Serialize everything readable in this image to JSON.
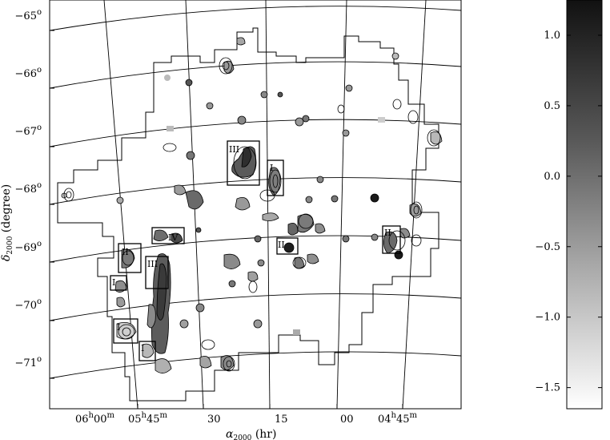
{
  "map": {
    "y_axis_title": "δ",
    "y_axis_sub": "2000",
    "y_axis_unit": " (degree)",
    "x_axis_title": "α",
    "x_axis_sub": "2000",
    "x_axis_unit": " (hr)",
    "dec_ticks": [
      {
        "label": "−65",
        "sup": "o"
      },
      {
        "label": "−66",
        "sup": "o"
      },
      {
        "label": "−67",
        "sup": "o"
      },
      {
        "label": "−68",
        "sup": "o"
      },
      {
        "label": "−69",
        "sup": "o"
      },
      {
        "label": "−70",
        "sup": "o"
      },
      {
        "label": "−71",
        "sup": "o"
      }
    ],
    "ra_ticks": [
      {
        "main": "06",
        "h": "h",
        "mid": "00",
        "m": "m"
      },
      {
        "main": "05",
        "h": "h",
        "mid": "45",
        "m": "m"
      },
      {
        "main": "30",
        "h": "",
        "mid": "",
        "m": ""
      },
      {
        "main": "15",
        "h": "",
        "mid": "",
        "m": ""
      },
      {
        "main": "00",
        "h": "",
        "mid": "",
        "m": ""
      },
      {
        "main": "04",
        "h": "h",
        "mid": "45",
        "m": "m"
      }
    ],
    "region_labels": [
      "III",
      "I",
      "II",
      "II",
      "IV",
      "III",
      "I",
      "I",
      "II",
      "I"
    ]
  },
  "colorbar": {
    "ticks": [
      "1.0",
      "0.5",
      "0.0",
      "−0.5",
      "−1.0",
      "−1.5"
    ],
    "values": [
      1.0,
      0.5,
      0.0,
      -0.5,
      -1.0,
      -1.5
    ],
    "range": [
      -1.65,
      1.25
    ],
    "color_high": "#111111",
    "color_low": "#ffffff"
  }
}
